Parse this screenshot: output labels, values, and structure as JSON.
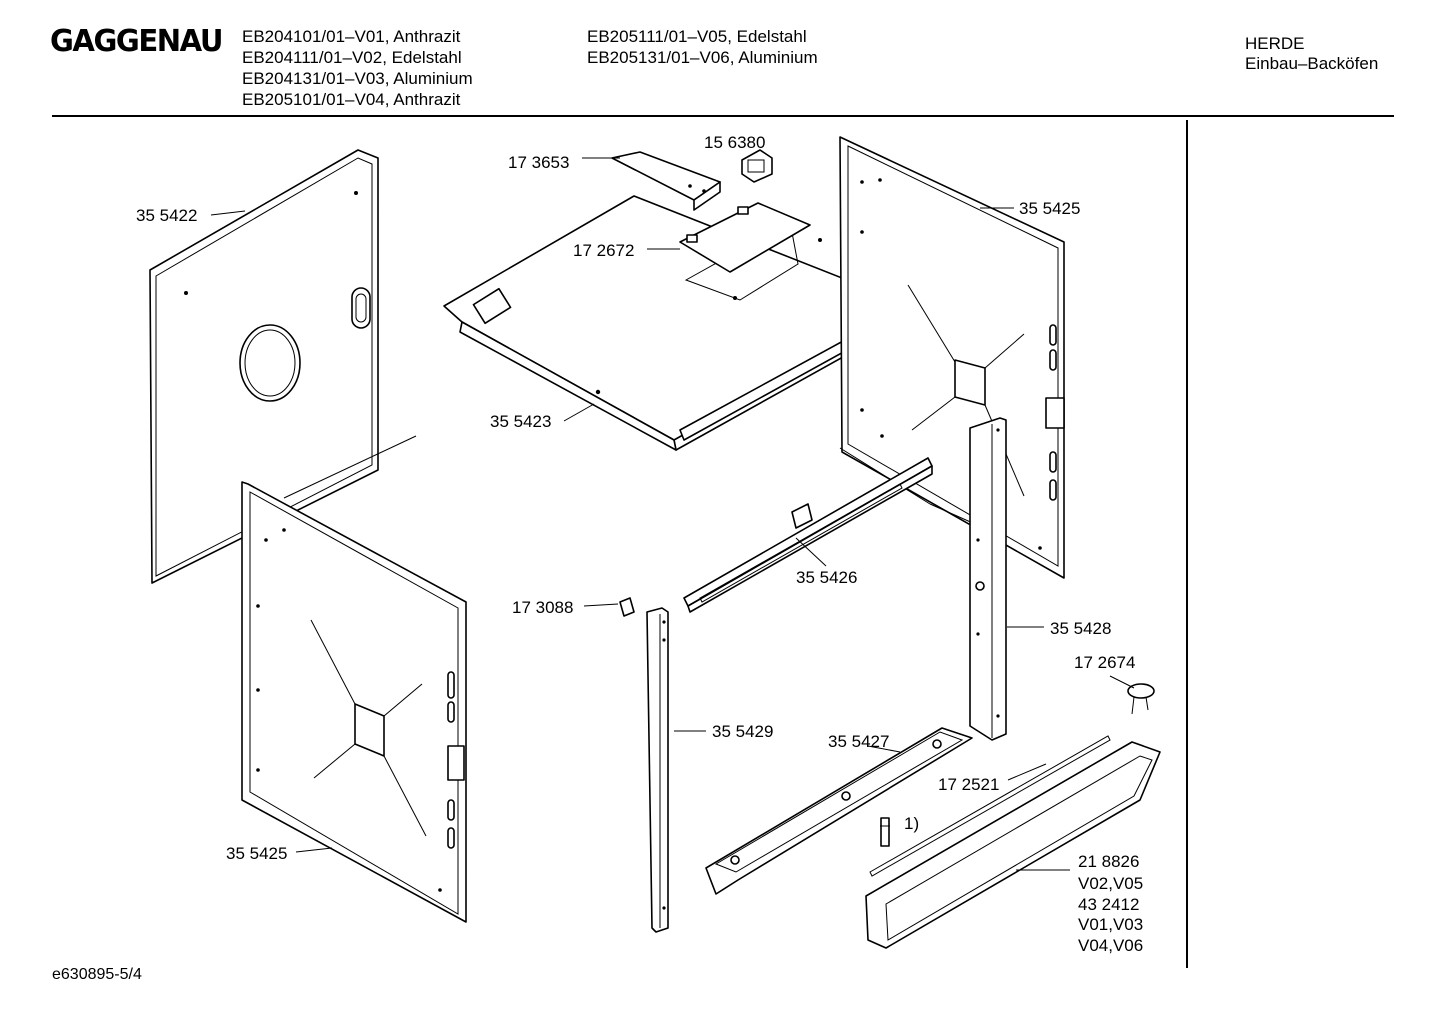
{
  "header": {
    "brand": "GAGGENAU",
    "models_col1": [
      "EB204101/01–V01, Anthrazit",
      "EB204111/01–V02, Edelstahl",
      "EB204131/01–V03, Aluminium",
      "EB205101/01–V04, Anthrazit"
    ],
    "models_col2": [
      "EB205111/01–V05, Edelstahl",
      "EB205131/01–V06, Aluminium"
    ],
    "category": [
      "HERDE",
      "Einbau–Backöfen"
    ]
  },
  "footer": {
    "doc_id": "e630895-5/4"
  },
  "parts": {
    "p355422": "35 5422",
    "p173653": "17 3653",
    "p156380": "15 6380",
    "p172672": "17 2672",
    "p355425a": "35 5425",
    "p355423": "35 5423",
    "p355426": "35 5426",
    "p173088": "17 3088",
    "p355428": "35 5428",
    "p172674": "17 2674",
    "p355429": "35 5429",
    "p355427": "35 5427",
    "p172521": "17 2521",
    "note1": "1)",
    "p355425b": "35 5425",
    "variants": [
      "21 8826",
      "V02,V05",
      "43 2412",
      "V01,V03",
      "V04,V06"
    ]
  }
}
